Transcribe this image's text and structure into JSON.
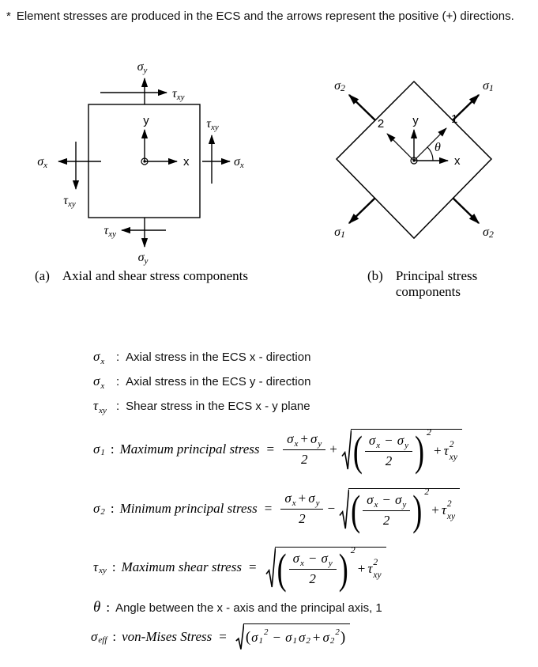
{
  "note": {
    "bullet": "*",
    "text": "Element stresses are produced in the ECS and the arrows represent the positive (+) directions."
  },
  "sym": {
    "sigma": "σ",
    "tau": "τ",
    "theta": "θ",
    "x": "x",
    "y": "y",
    "xy": "xy",
    "n1": "1",
    "n2": "2",
    "eff": "eff",
    "two": "2",
    "plus": "+",
    "minus": "−",
    "eq": "=",
    "colon": ":",
    "lp": "(",
    "rp": ")"
  },
  "diagram_a": {
    "caption_label": "(a)",
    "caption": "Axial and shear stress components",
    "axis_x": "x",
    "axis_y": "y"
  },
  "diagram_b": {
    "caption_label": "(b)",
    "caption": "Principal stress components",
    "axis_x": "x",
    "axis_y": "y",
    "axis_1": "1",
    "axis_2": "2"
  },
  "definitions": {
    "d1": "Axial stress in the ECS x - direction",
    "d2": "Axial stress in the ECS y - direction",
    "d3": "Shear stress in the ECS x - y plane",
    "theta": "Angle between the x - axis and the principal axis, 1"
  },
  "formulas": {
    "f1": "Maximum principal stress",
    "f2": "Minimum principal stress",
    "f3": "Maximum shear stress",
    "f4": "von-Mises Stress"
  }
}
